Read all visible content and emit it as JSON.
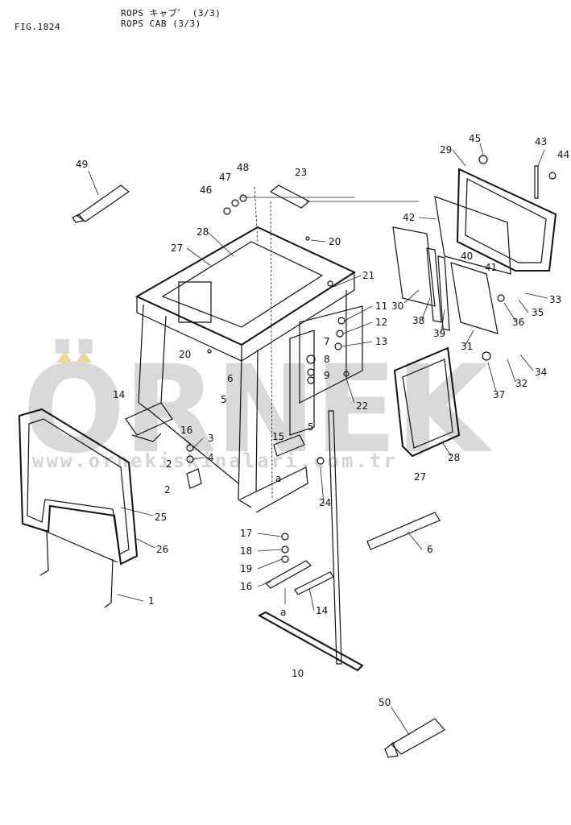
{
  "header": {
    "fig_number": "FIG.1824",
    "title_jp": "ROPS キャブ゛ (3/3)",
    "title_en": "ROPS CAB (3/3)"
  },
  "watermark": {
    "brand": "ÖRNEK",
    "url": "www.ornekiskinalari.com.tr"
  },
  "callouts": [
    "1",
    "2",
    "2",
    "3",
    "4",
    "5",
    "5",
    "6",
    "6",
    "7",
    "8",
    "9",
    "10",
    "11",
    "12",
    "13",
    "14",
    "14",
    "15",
    "16",
    "16",
    "17",
    "18",
    "19",
    "20",
    "20",
    "21",
    "22",
    "23",
    "24",
    "25",
    "26",
    "27",
    "27",
    "28",
    "28",
    "29",
    "30",
    "31",
    "32",
    "33",
    "34",
    "35",
    "36",
    "37",
    "38",
    "39",
    "40",
    "41",
    "42",
    "43",
    "44",
    "45",
    "46",
    "47",
    "48",
    "49",
    "50",
    "a",
    "a"
  ],
  "colors": {
    "line": "#111111",
    "watermark": "#d9d9d9",
    "accent_triangles": "#f0d79a"
  }
}
